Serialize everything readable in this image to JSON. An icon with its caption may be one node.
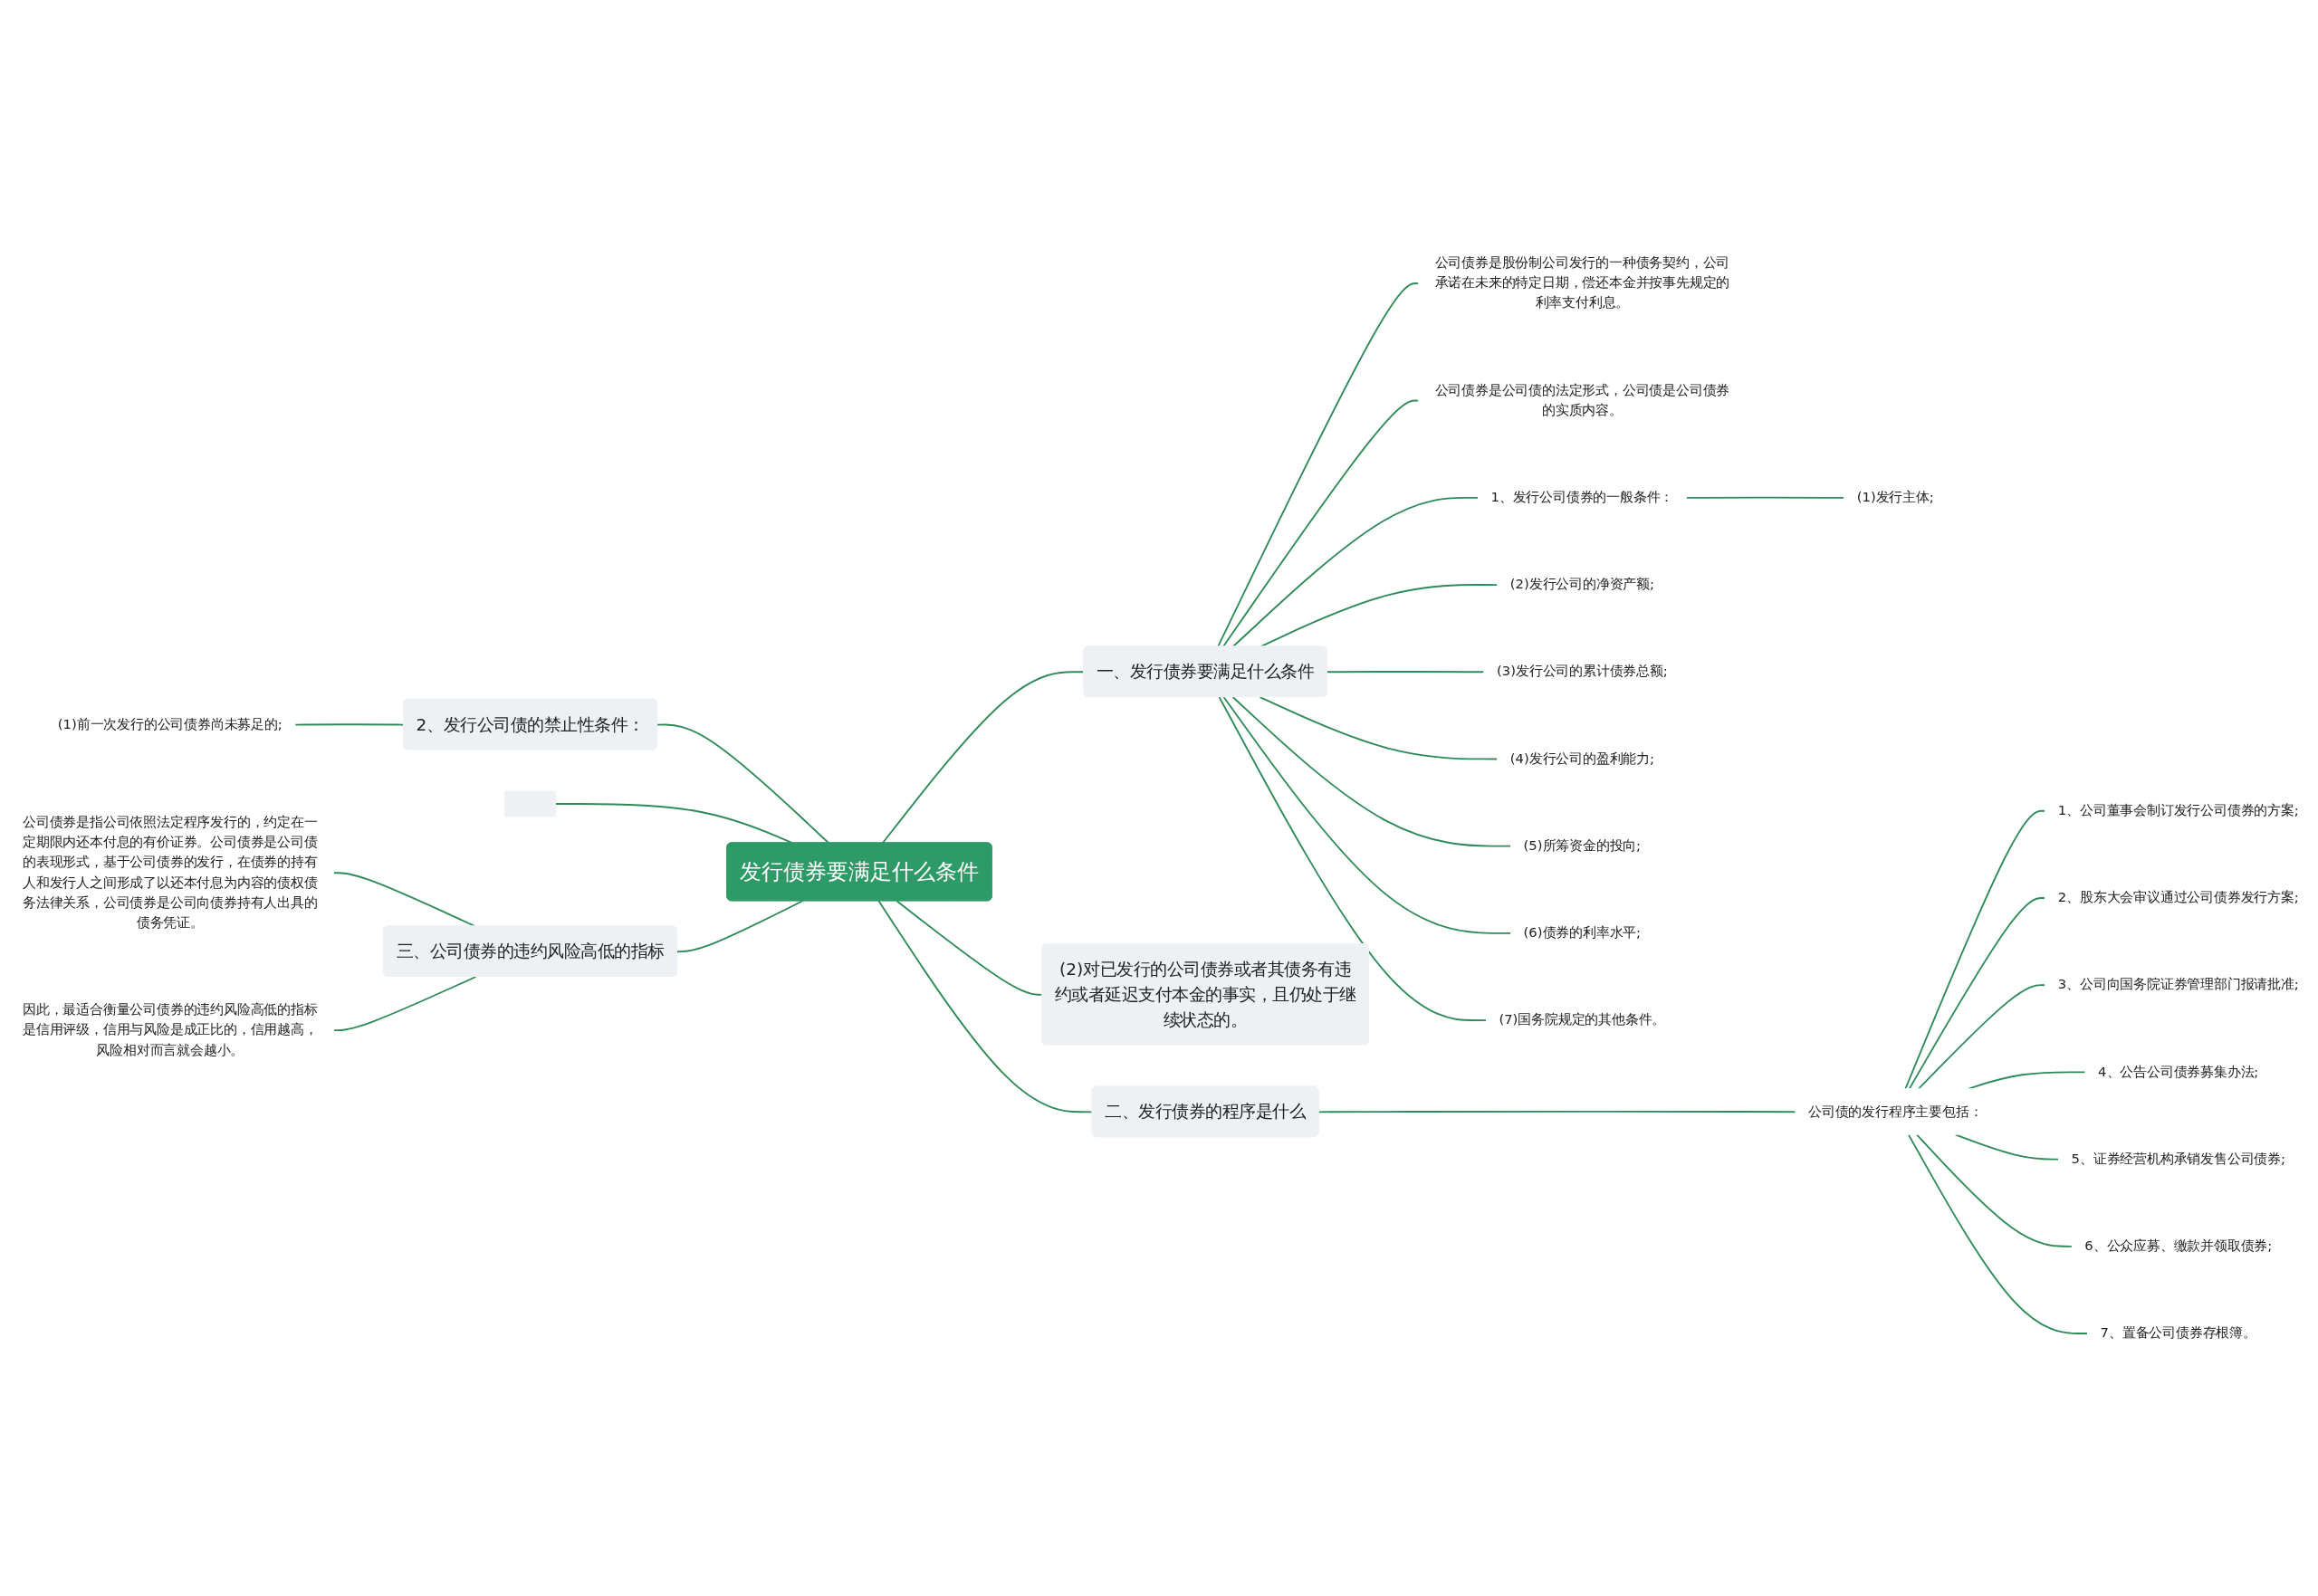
{
  "diagram": {
    "nodes": [
      {
        "text": [
          "发行债券要满足什么条件"
        ]
      },
      {
        "text": [
          "一、发行债券要满足什么条件"
        ]
      },
      {
        "text": [
          "公司债券是股份制公司发行的一种债务契约，公司承诺在未来的特定日期，偿还本金并按事先规定的利率支付利息。"
        ]
      },
      {
        "text": [
          "公司债券是公司债的法定形式，公司债是公司债券的实质内容。"
        ]
      },
      {
        "text": [
          "1、发行公司债券的一般条件："
        ]
      },
      {
        "text": [
          "(1)发行主体;"
        ]
      },
      {
        "text": [
          "(2)发行公司的净资产额;"
        ]
      },
      {
        "text": [
          "(3)发行公司的累计债券总额;"
        ]
      },
      {
        "text": [
          "(4)发行公司的盈利能力;"
        ]
      },
      {
        "text": [
          "(5)所筹资金的投向;"
        ]
      },
      {
        "text": [
          "(6)债券的利率水平;"
        ]
      },
      {
        "text": [
          "(7)国务院规定的其他条件。"
        ]
      },
      {
        "text": [
          "(2)对已发行的公司债券或者其债务有违约或者延迟支付本金的事实，且仍处于继续状态的。"
        ]
      },
      {
        "text": [
          "二、发行债券的程序是什么"
        ]
      },
      {
        "text": [
          "公司债的发行程序主要包括："
        ]
      },
      {
        "text": [
          "1、公司董事会制订发行公司债券的方案;"
        ]
      },
      {
        "text": [
          "2、股东大会审议通过公司债券发行方案;"
        ]
      },
      {
        "text": [
          "3、公司向国务院证券管理部门报请批准;"
        ]
      },
      {
        "text": [
          "4、公告公司债券募集办法;"
        ]
      },
      {
        "text": [
          "5、证券经营机构承销发售公司债券;"
        ]
      },
      {
        "text": [
          "6、公众应募、缴款并领取债券;"
        ]
      },
      {
        "text": [
          "7、置备公司债券存根簿。"
        ]
      },
      {
        "text": [
          "2、发行公司债的禁止性条件："
        ]
      },
      {
        "text": [
          "(1)前一次发行的公司债券尚未募足的;"
        ]
      },
      {
        "text": [],
        "shape": "box"
      },
      {
        "text": [
          "三、公司债券的违约风险高低的指标"
        ]
      },
      {
        "text": [
          "公司债券是指公司依照法定程序发行的，约定在一定期限内还本付息的有价证券。公司债券是公司债的表现形式，基于公司债券的发行，在债券的持有人和发行人之间形成了以还本付息为内容的债权债务法律关系，公司债券是公司向债券持有人出具的债务凭证。"
        ]
      },
      {
        "text": [
          "因此，最适合衡量公司债券的违约风险高低的指标是信用评级，信用与风险是成正比的，信用越高，风险相对而言就会越小。"
        ]
      }
    ],
    "edges": [
      {
        "from": 0,
        "to": 1,
        "arrow": "none"
      },
      {
        "from": 1,
        "to": 2,
        "arrow": "none"
      },
      {
        "from": 1,
        "to": 3,
        "arrow": "none"
      },
      {
        "from": 1,
        "to": 4,
        "arrow": "none"
      },
      {
        "from": 4,
        "to": 5,
        "arrow": "none"
      },
      {
        "from": 1,
        "to": 6,
        "arrow": "none"
      },
      {
        "from": 1,
        "to": 7,
        "arrow": "none"
      },
      {
        "from": 1,
        "to": 8,
        "arrow": "none"
      },
      {
        "from": 1,
        "to": 9,
        "arrow": "none"
      },
      {
        "from": 1,
        "to": 10,
        "arrow": "none"
      },
      {
        "from": 1,
        "to": 11,
        "arrow": "none"
      },
      {
        "from": 0,
        "to": 12,
        "arrow": "none"
      },
      {
        "from": 0,
        "to": 13,
        "arrow": "none"
      },
      {
        "from": 13,
        "to": 14,
        "arrow": "none"
      },
      {
        "from": 14,
        "to": 15,
        "arrow": "none"
      },
      {
        "from": 14,
        "to": 16,
        "arrow": "none"
      },
      {
        "from": 14,
        "to": 17,
        "arrow": "none"
      },
      {
        "from": 14,
        "to": 18,
        "arrow": "none"
      },
      {
        "from": 14,
        "to": 19,
        "arrow": "none"
      },
      {
        "from": 14,
        "to": 20,
        "arrow": "none"
      },
      {
        "from": 14,
        "to": 21,
        "arrow": "none"
      },
      {
        "from": 0,
        "to": 22,
        "arrow": "none"
      },
      {
        "from": 22,
        "to": 23,
        "arrow": "none"
      },
      {
        "from": 0,
        "to": 24,
        "arrow": "none"
      },
      {
        "from": 0,
        "to": 25,
        "arrow": "none"
      },
      {
        "from": 25,
        "to": 26,
        "arrow": "none"
      },
      {
        "from": 25,
        "to": 27,
        "arrow": "none"
      }
    ]
  }
}
